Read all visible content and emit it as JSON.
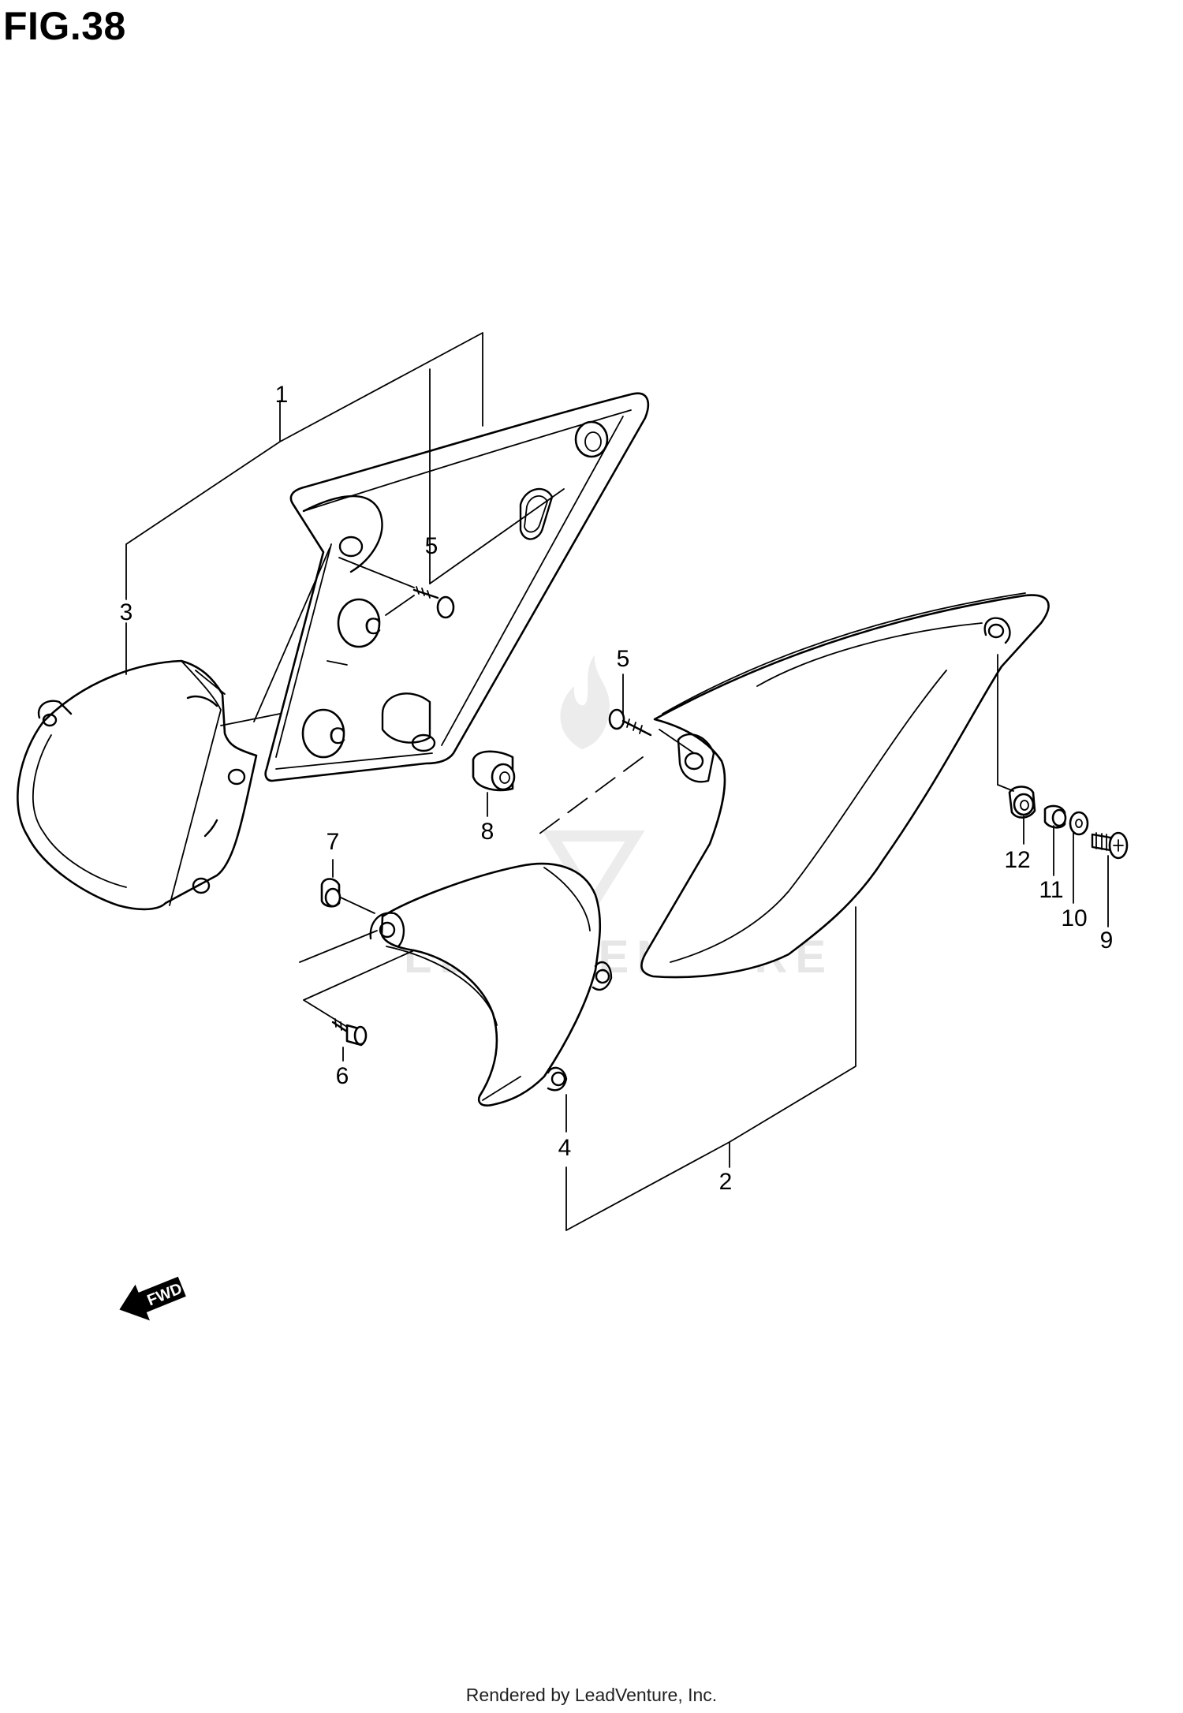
{
  "figure_title": "FIG.38",
  "footer": "Rendered by LeadVenture, Inc.",
  "watermark": "LEADVENTURE",
  "direction_label": "FWD",
  "callouts": {
    "c1": "1",
    "c2": "2",
    "c3": "3",
    "c4": "4",
    "c5a": "5",
    "c5b": "5",
    "c6": "6",
    "c7": "7",
    "c8": "8",
    "c9": "9",
    "c10": "10",
    "c11": "11",
    "c12": "12"
  }
}
